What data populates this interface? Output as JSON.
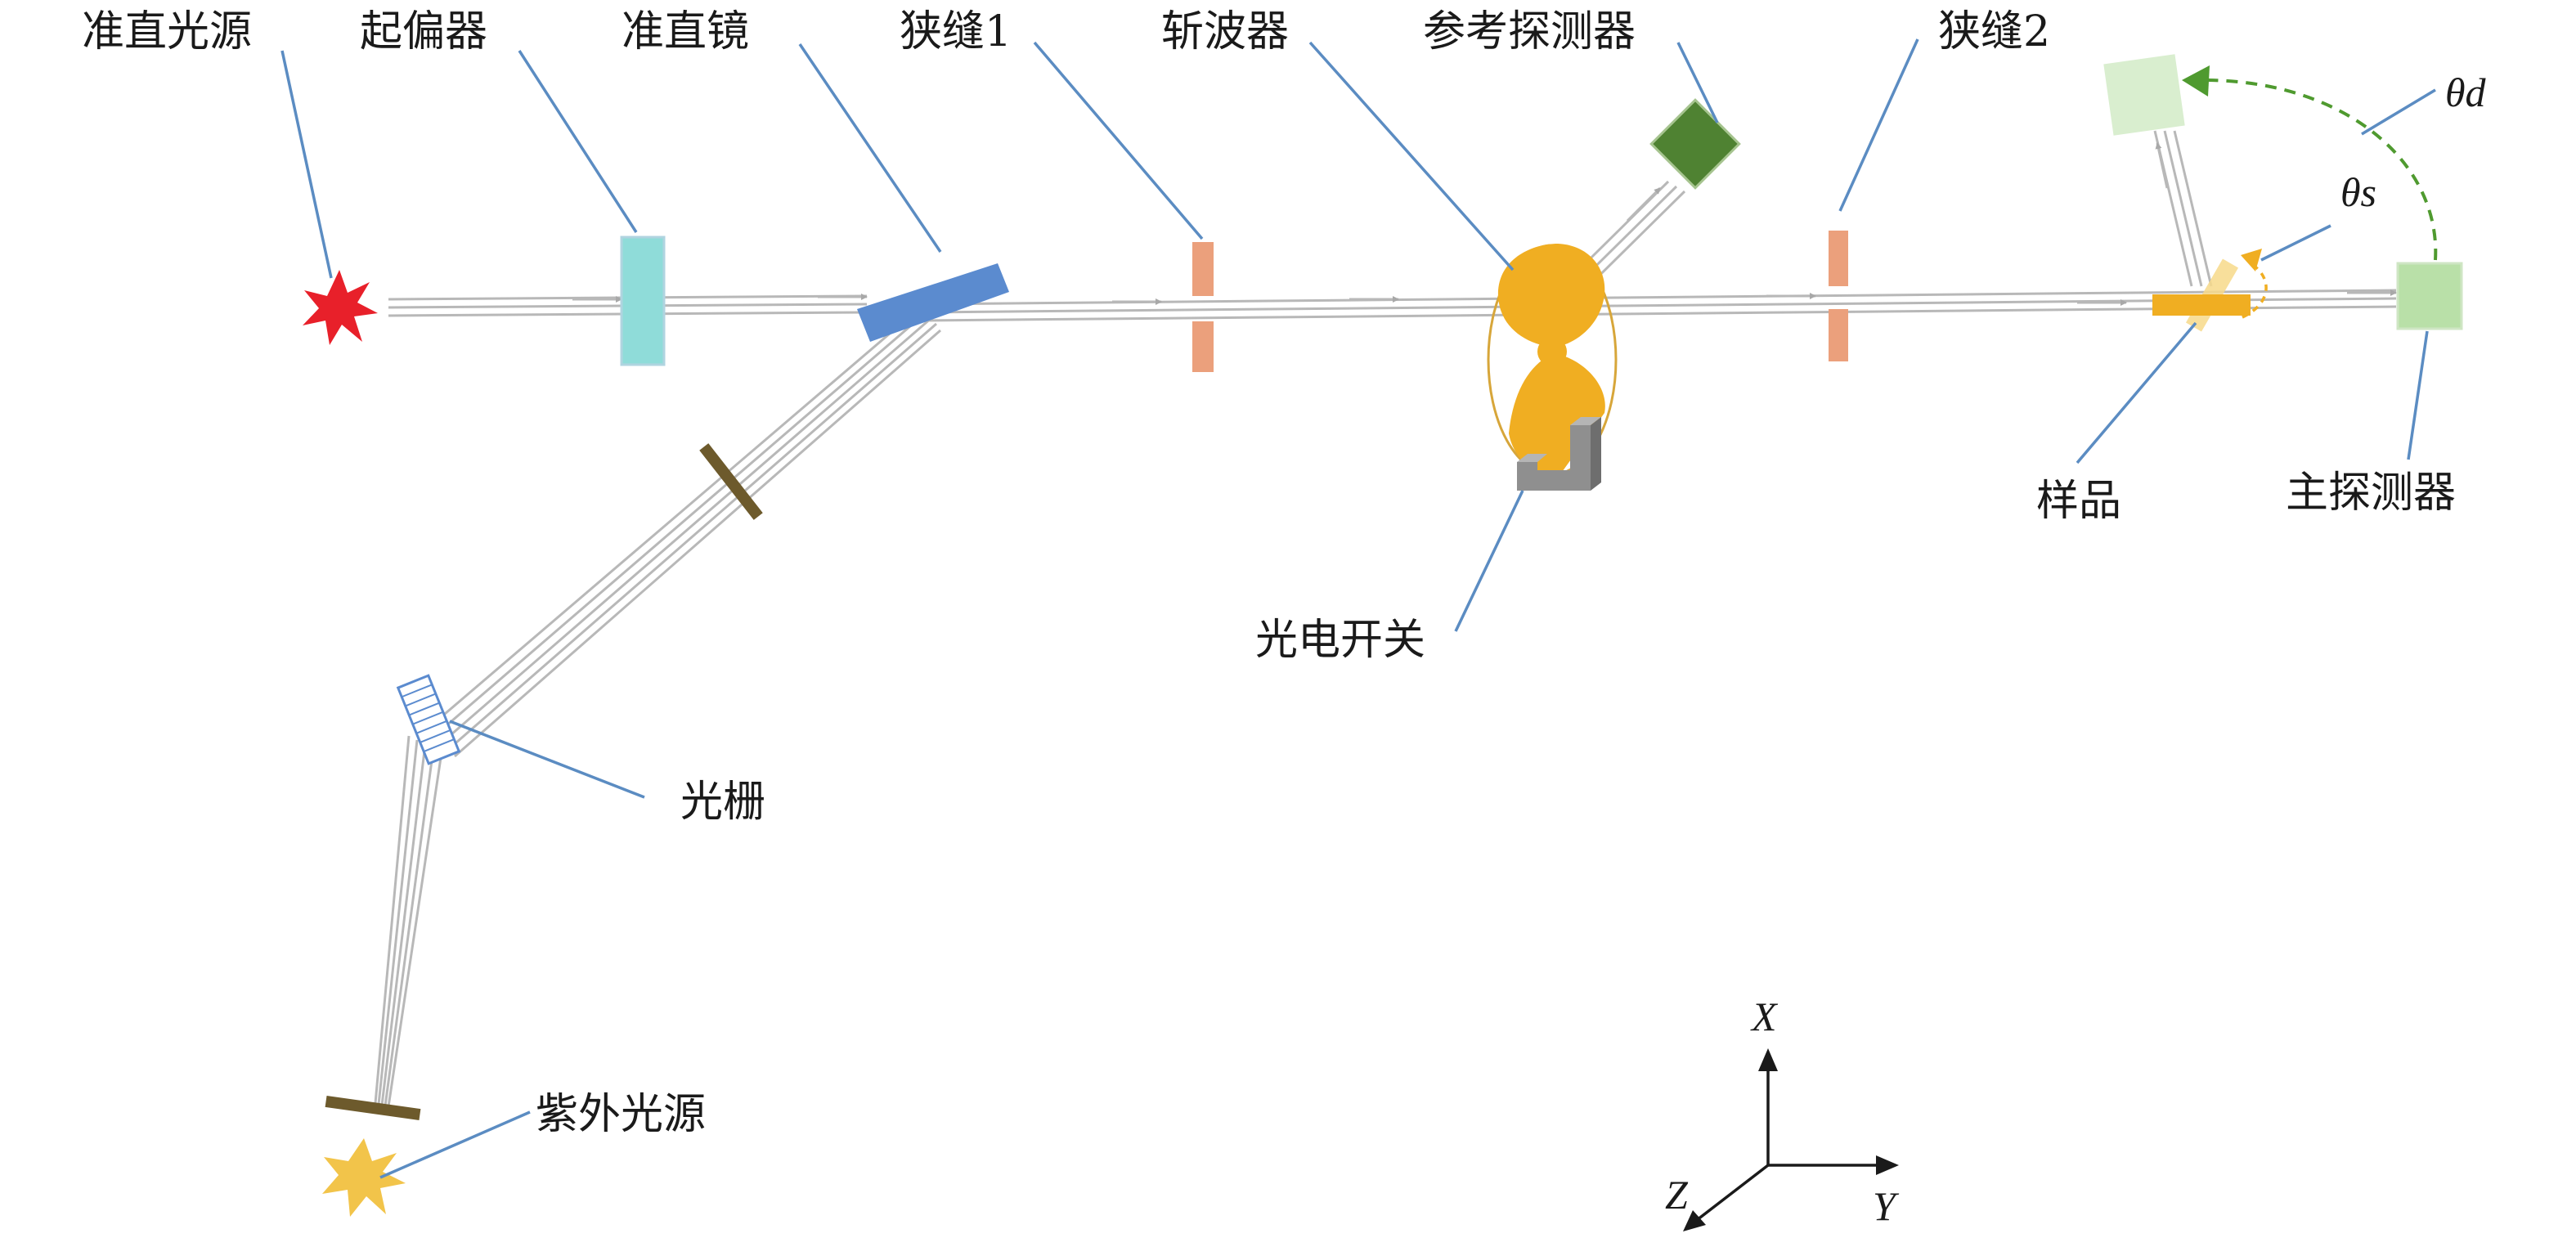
{
  "labels": {
    "collimated_source": "准直光源",
    "polarizer": "起偏器",
    "collimating_mirror": "准直镜",
    "slit1": "狭缝1",
    "chopper": "斩波器",
    "reference_detector": "参考探测器",
    "slit2": "狭缝2",
    "theta_d": "θd",
    "theta_s": "θs",
    "sample": "样品",
    "main_detector": "主探测器",
    "photo_switch": "光电开关",
    "grating": "光栅",
    "uv_source": "紫外光源"
  },
  "axes": {
    "x": "X",
    "y": "Y",
    "z": "Z"
  },
  "colors": {
    "source_red": "#e8202a",
    "polarizer_cyan": "#8fdcd9",
    "mirror_blue": "#5b8bcf",
    "slit_salmon": "#eba07c",
    "chopper_orange": "#f0ae22",
    "ref_detector_green": "#4f8232",
    "main_detector_green": "#b9e0a8",
    "ghost_detector_green": "#d9eecf",
    "uv_source_yellow": "#f2c44a",
    "baffle_brown": "#6d5a2c",
    "beam_gray": "#b8b8b8",
    "leader_blue": "#5b8cc2",
    "rotation_green": "#4f9a2f"
  }
}
